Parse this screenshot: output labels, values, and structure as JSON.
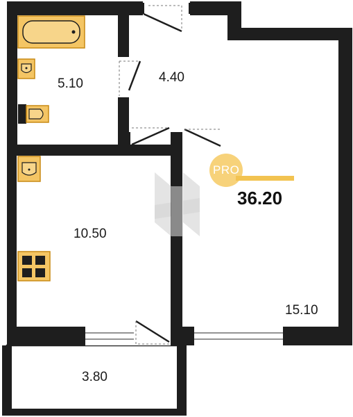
{
  "plan": {
    "total_area": "36.20",
    "badge": "PRO",
    "rooms": [
      {
        "id": "bathroom",
        "area": "5.10"
      },
      {
        "id": "hallway",
        "area": "4.40"
      },
      {
        "id": "kitchen",
        "area": "10.50"
      },
      {
        "id": "living-room",
        "area": "15.10"
      },
      {
        "id": "balcony",
        "area": "3.80"
      }
    ],
    "colors": {
      "wall": "#1e1e1e",
      "fixture_fill": "#f4c564",
      "fixture_stroke": "#c88a14",
      "badge": "#f7d27a",
      "window": "#555555",
      "watermark": "#d6d6d6"
    }
  }
}
